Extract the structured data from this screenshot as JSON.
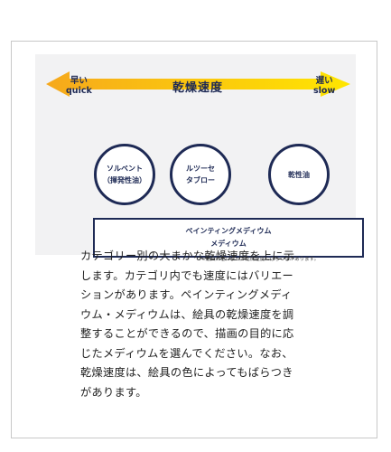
{
  "diagram": {
    "arrow_title": "乾燥速度",
    "fast_label": [
      "早い",
      "quick"
    ],
    "slow_label": [
      "遅い",
      "slow"
    ],
    "circles": [
      [
        "ソルベント",
        "（揮発性油）"
      ],
      [
        "ルツーセ",
        "タブロー"
      ],
      [
        "乾性油"
      ]
    ],
    "medium_box": [
      "ペインティングメディウム",
      "メディウム"
    ],
    "note": "※絵具の色によって乾燥速度にばらつきがあります。",
    "colors": {
      "arrow_left": "#f6a81c",
      "arrow_right": "#ffe600",
      "navy": "#1e2a55",
      "panel": "#f2f2f3"
    }
  },
  "description": {
    "lines": [
      "カテゴリー別の大まかな乾燥速度を上に示",
      "します。カテゴリ内でも速度にはバリエー",
      "ションがあります。ペインティングメディ",
      "ウム・メディウムは、絵具の乾燥速度を調",
      "整することができるので、描画の目的に応",
      "じたメディウムを選んでください。なお、",
      "乾燥速度は、絵具の色によってもばらつき",
      "があります。"
    ]
  }
}
